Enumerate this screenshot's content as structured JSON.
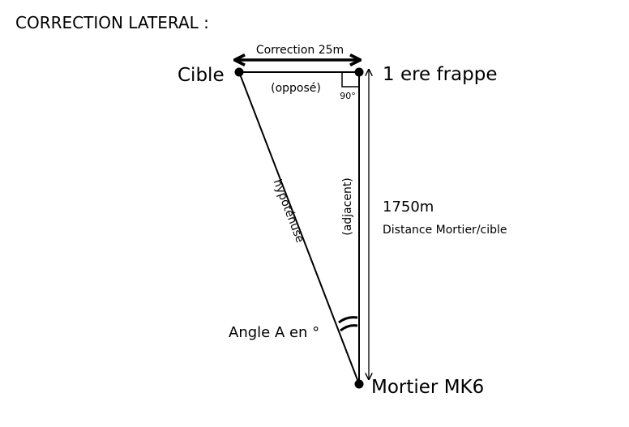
{
  "title": "CORRECTION LATERAL :",
  "points": {
    "cible": "Cible",
    "first_hit": "1 ere frappe",
    "mortar": "Mortier MK6"
  },
  "top_side": {
    "correction": "Correction 25m",
    "opposite": "(opposé)",
    "right_angle": "90°"
  },
  "right_side": {
    "adjacent": "(adjacent)",
    "distance": "1750m",
    "distance_label": "Distance Mortier/cible"
  },
  "hypotenuse": "hypoténuse",
  "angle": "Angle A en °",
  "colors": {
    "ink": "#000000",
    "background": "#ffffff"
  }
}
